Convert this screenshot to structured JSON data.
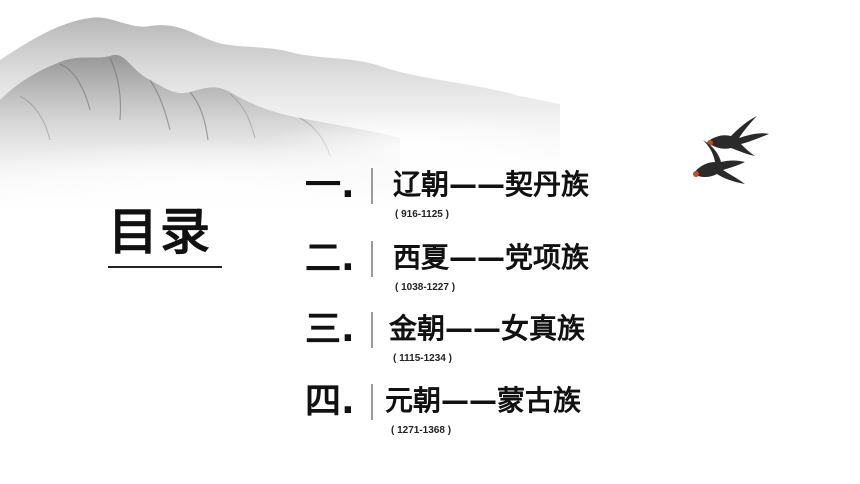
{
  "slide": {
    "title": "目录",
    "items": [
      {
        "number": "一.",
        "name": "辽朝——契丹族",
        "years": "( 916-1125 )"
      },
      {
        "number": "二.",
        "name": "西夏——党项族",
        "years": "( 1038-1227 )"
      },
      {
        "number": "三.",
        "name": "金朝——女真族",
        "years": "( 1115-1234 )"
      },
      {
        "number": "四.",
        "name": "元朝——蒙古族",
        "years": "( 1271-1368 )"
      }
    ]
  }
}
